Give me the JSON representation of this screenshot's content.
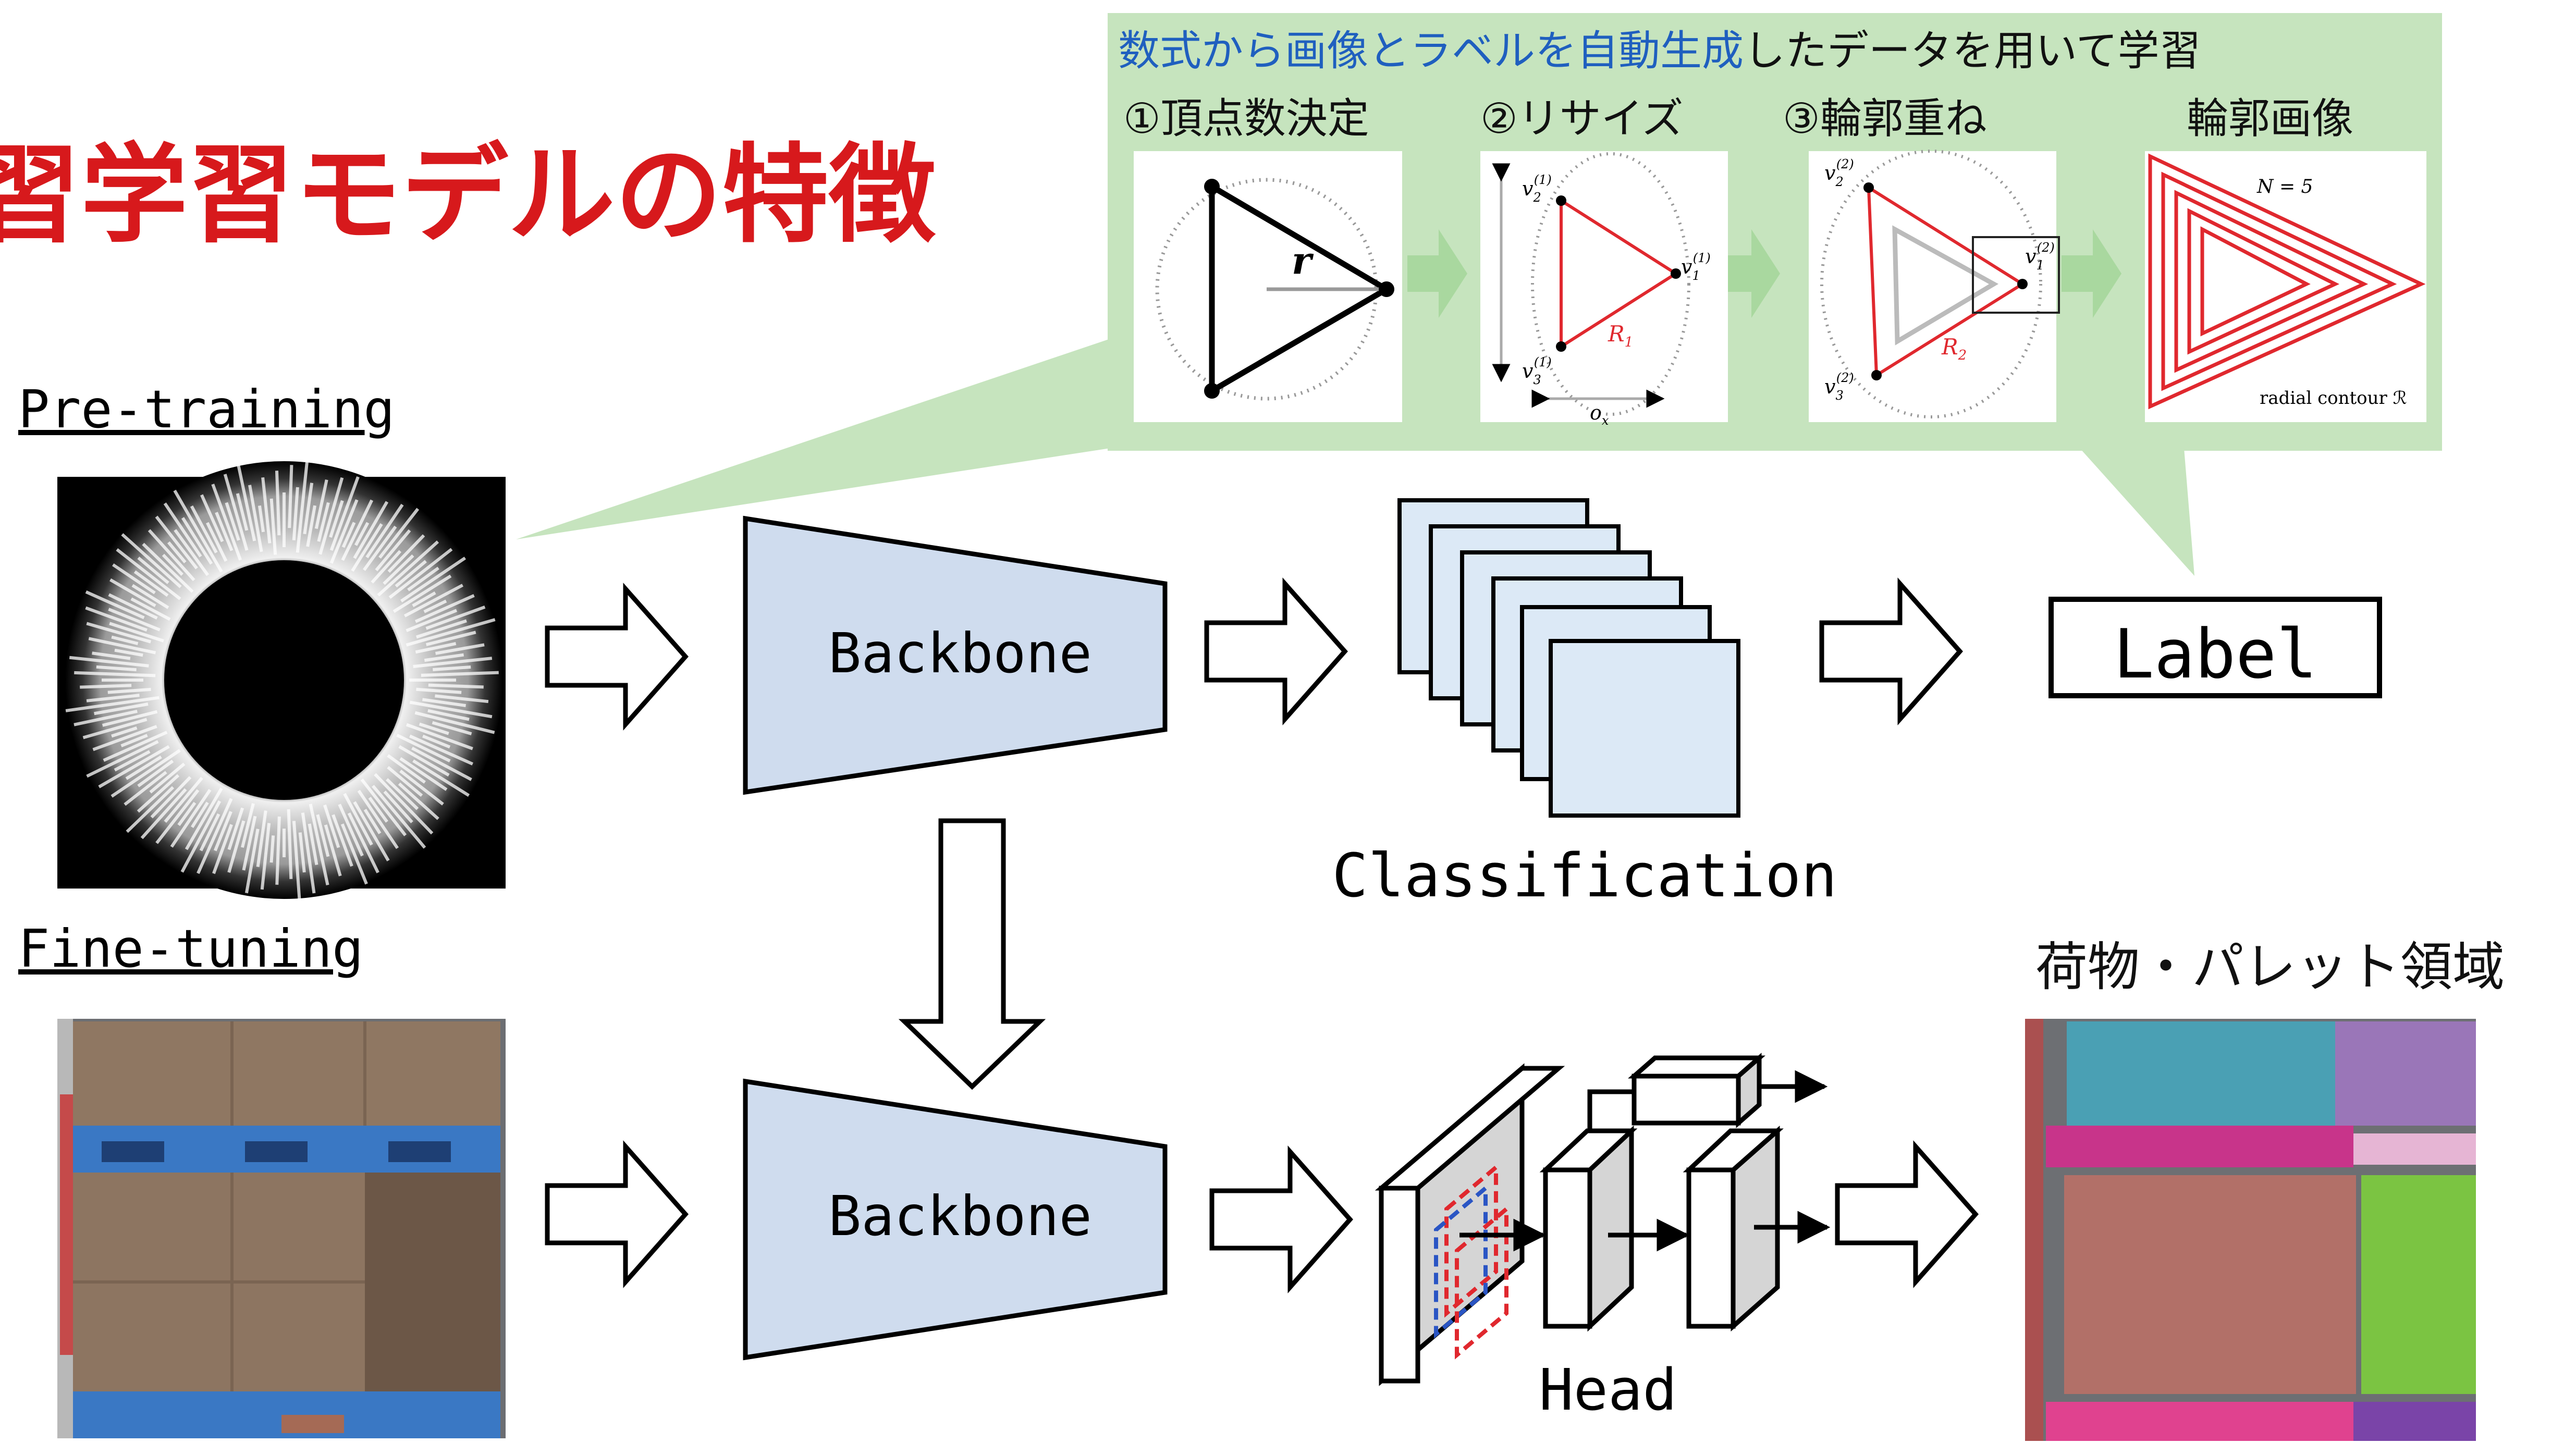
{
  "title": "習学習モデルの特徴",
  "sections": {
    "pretraining": "Pre-training",
    "finetuning": "Fine-tuning"
  },
  "callout": {
    "heading_highlight": "数式から画像とラベルを自動生成",
    "heading_rest": "したデータを用いて学習",
    "steps": [
      "①頂点数決定",
      "②リサイズ",
      "③輪郭重ね",
      "輪郭画像"
    ],
    "panel1": {
      "r_label": "r"
    },
    "panel2": {
      "v2": "v",
      "v2_sub": "2",
      "v2_sup": "(1)",
      "v1": "v",
      "v1_sub": "1",
      "v1_sup": "(1)",
      "v3": "v",
      "v3_sub": "3",
      "v3_sup": "(1)",
      "R": "R",
      "R_sub": "1",
      "o": "o",
      "o_sub": "x"
    },
    "panel3": {
      "v2": "v",
      "v2_sub": "2",
      "v2_sup": "(2)",
      "v1": "v",
      "v1_sub": "1",
      "v1_sup": "(2)",
      "v3": "v",
      "v3_sub": "3",
      "v3_sup": "(2)",
      "R": "R",
      "R_sub": "2"
    },
    "panel4": {
      "n_label": "N = 5",
      "caption": "radial contour ℛ"
    }
  },
  "pipeline": {
    "backbone_top": "Backbone",
    "backbone_bottom": "Backbone",
    "classification": "Classification",
    "label": "Label",
    "head": "Head",
    "output_title": "荷物・パレット領域"
  },
  "colors": {
    "title_red": "#d7191c",
    "callout_green": "#c6e4be",
    "callout_blue": "#1f5fbf",
    "backbone_fill": "#cfdcee",
    "feature_fill": "#dce9f6",
    "gray_fill": "#d5d5d5",
    "contour_red": "#e0282e"
  },
  "icons": [
    "right-arrow-icon",
    "down-arrow-icon",
    "step-arrow-icon"
  ]
}
